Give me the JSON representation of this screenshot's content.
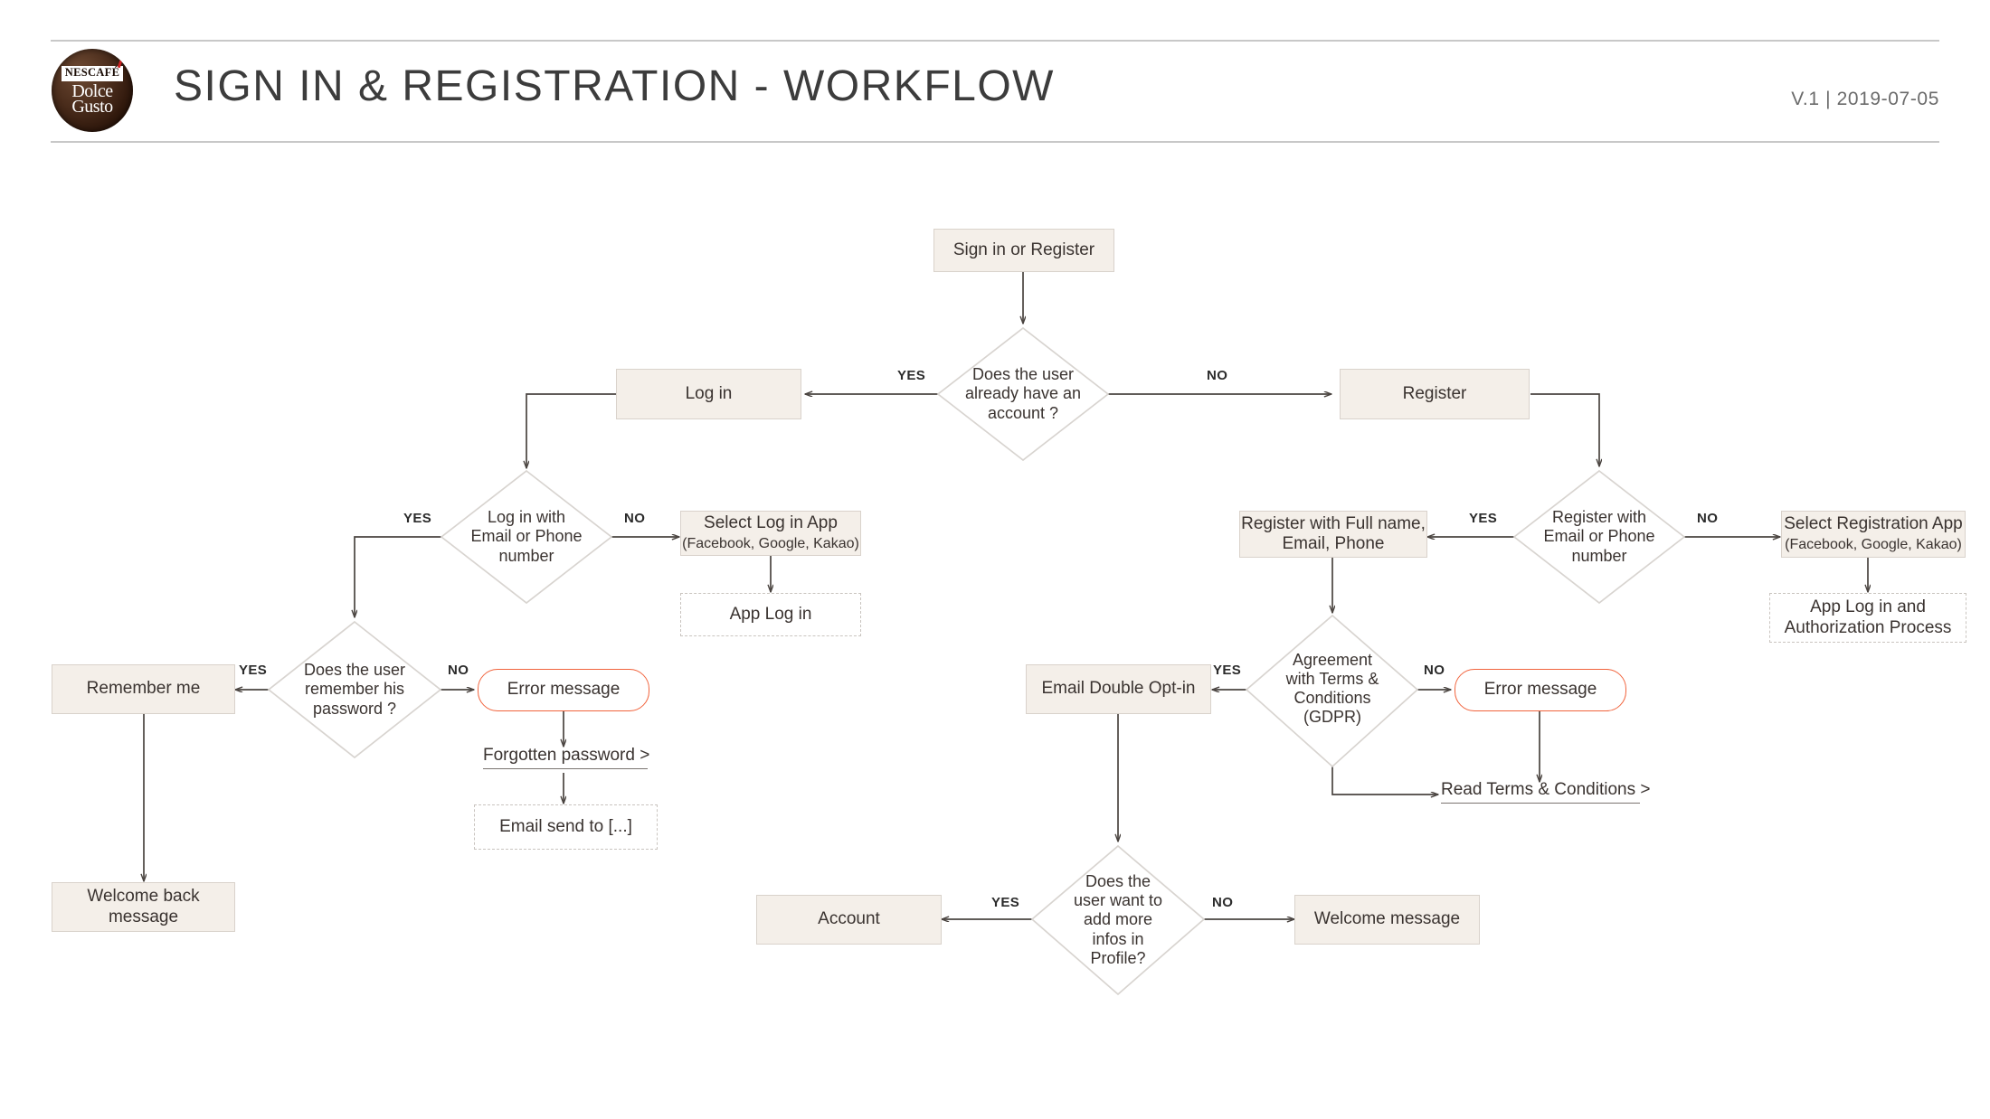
{
  "header": {
    "title": "SIGN IN & REGISTRATION - WORKFLOW",
    "version": "V.1 | 2019-07-05",
    "logo": {
      "brand": "NESCAFÉ",
      "line1": "Dolce",
      "line2": "Gusto"
    }
  },
  "colors": {
    "node_fill": "#f4efe9",
    "node_border": "#d9d2cb",
    "error_border": "#f1633c",
    "edge": "#4a4440",
    "diamond_border": "#d8d4d0",
    "page_bg": "#ffffff",
    "rule": "#c8c8c8"
  },
  "nodes": {
    "start": {
      "label": "Sign in or Register",
      "type": "process"
    },
    "d_has_account": {
      "label": "Does the user already have an account ?",
      "type": "decision"
    },
    "login": {
      "label": "Log in",
      "type": "process"
    },
    "register": {
      "label": "Register",
      "type": "process"
    },
    "d_login_email": {
      "label": "Log in with Email or Phone number",
      "type": "decision"
    },
    "select_login_app": {
      "label": "Select Log in App",
      "sub": "(Facebook, Google, Kakao)",
      "type": "process"
    },
    "app_login": {
      "label": "App Log in",
      "type": "dashed"
    },
    "d_remember_pwd": {
      "label": "Does the user remember his password ?",
      "type": "decision"
    },
    "remember_me": {
      "label": "Remember me",
      "type": "process"
    },
    "error_login": {
      "label": "Error message",
      "type": "error"
    },
    "forgotten_password": {
      "label": "Forgotten password >",
      "type": "link"
    },
    "email_send": {
      "label": "Email send to [...]",
      "type": "dashed"
    },
    "welcome_back": {
      "label": "Welcome back message",
      "type": "process"
    },
    "d_register_email": {
      "label": "Register with Email or Phone number",
      "type": "decision"
    },
    "register_full": {
      "label": "Register with Full name, Email, Phone",
      "type": "process"
    },
    "select_reg_app": {
      "label": "Select Registration App",
      "sub": "(Facebook, Google, Kakao)",
      "type": "process"
    },
    "app_login_auth": {
      "label": "App Log in and Authorization Process",
      "type": "dashed"
    },
    "d_gdpr": {
      "label": "Agreement with Terms & Conditions (GDPR)",
      "type": "decision"
    },
    "email_optin": {
      "label": "Email Double Opt-in",
      "type": "process"
    },
    "error_gdpr": {
      "label": "Error message",
      "type": "error"
    },
    "read_terms": {
      "label": "Read Terms & Conditions >",
      "type": "link"
    },
    "d_more_infos": {
      "label": "Does the user want to add more infos in Profile?",
      "type": "decision"
    },
    "account": {
      "label": "Account",
      "type": "process"
    },
    "welcome_message": {
      "label": "Welcome message",
      "type": "process"
    }
  },
  "edge_labels": {
    "has_account_yes": "YES",
    "has_account_no": "NO",
    "login_email_yes": "YES",
    "login_email_no": "NO",
    "remember_yes": "YES",
    "remember_no": "NO",
    "register_email_yes": "YES",
    "register_email_no": "NO",
    "gdpr_yes": "YES",
    "gdpr_no": "NO",
    "more_infos_yes": "YES",
    "more_infos_no": "NO"
  },
  "diamond_lines": {
    "d_has_account": [
      "Does the user",
      "already have an",
      "account ?"
    ],
    "d_login_email": [
      "Log in with",
      "Email or Phone",
      "number"
    ],
    "d_remember_pwd": [
      "Does the user",
      "remember his",
      "password ?"
    ],
    "d_register_email": [
      "Register with",
      "Email or Phone",
      "number"
    ],
    "d_gdpr": [
      "Agreement",
      "with Terms &",
      "Conditions",
      "(GDPR)"
    ],
    "d_more_infos": [
      "Does the",
      "user want to",
      "add more",
      "infos in",
      "Profile?"
    ]
  }
}
